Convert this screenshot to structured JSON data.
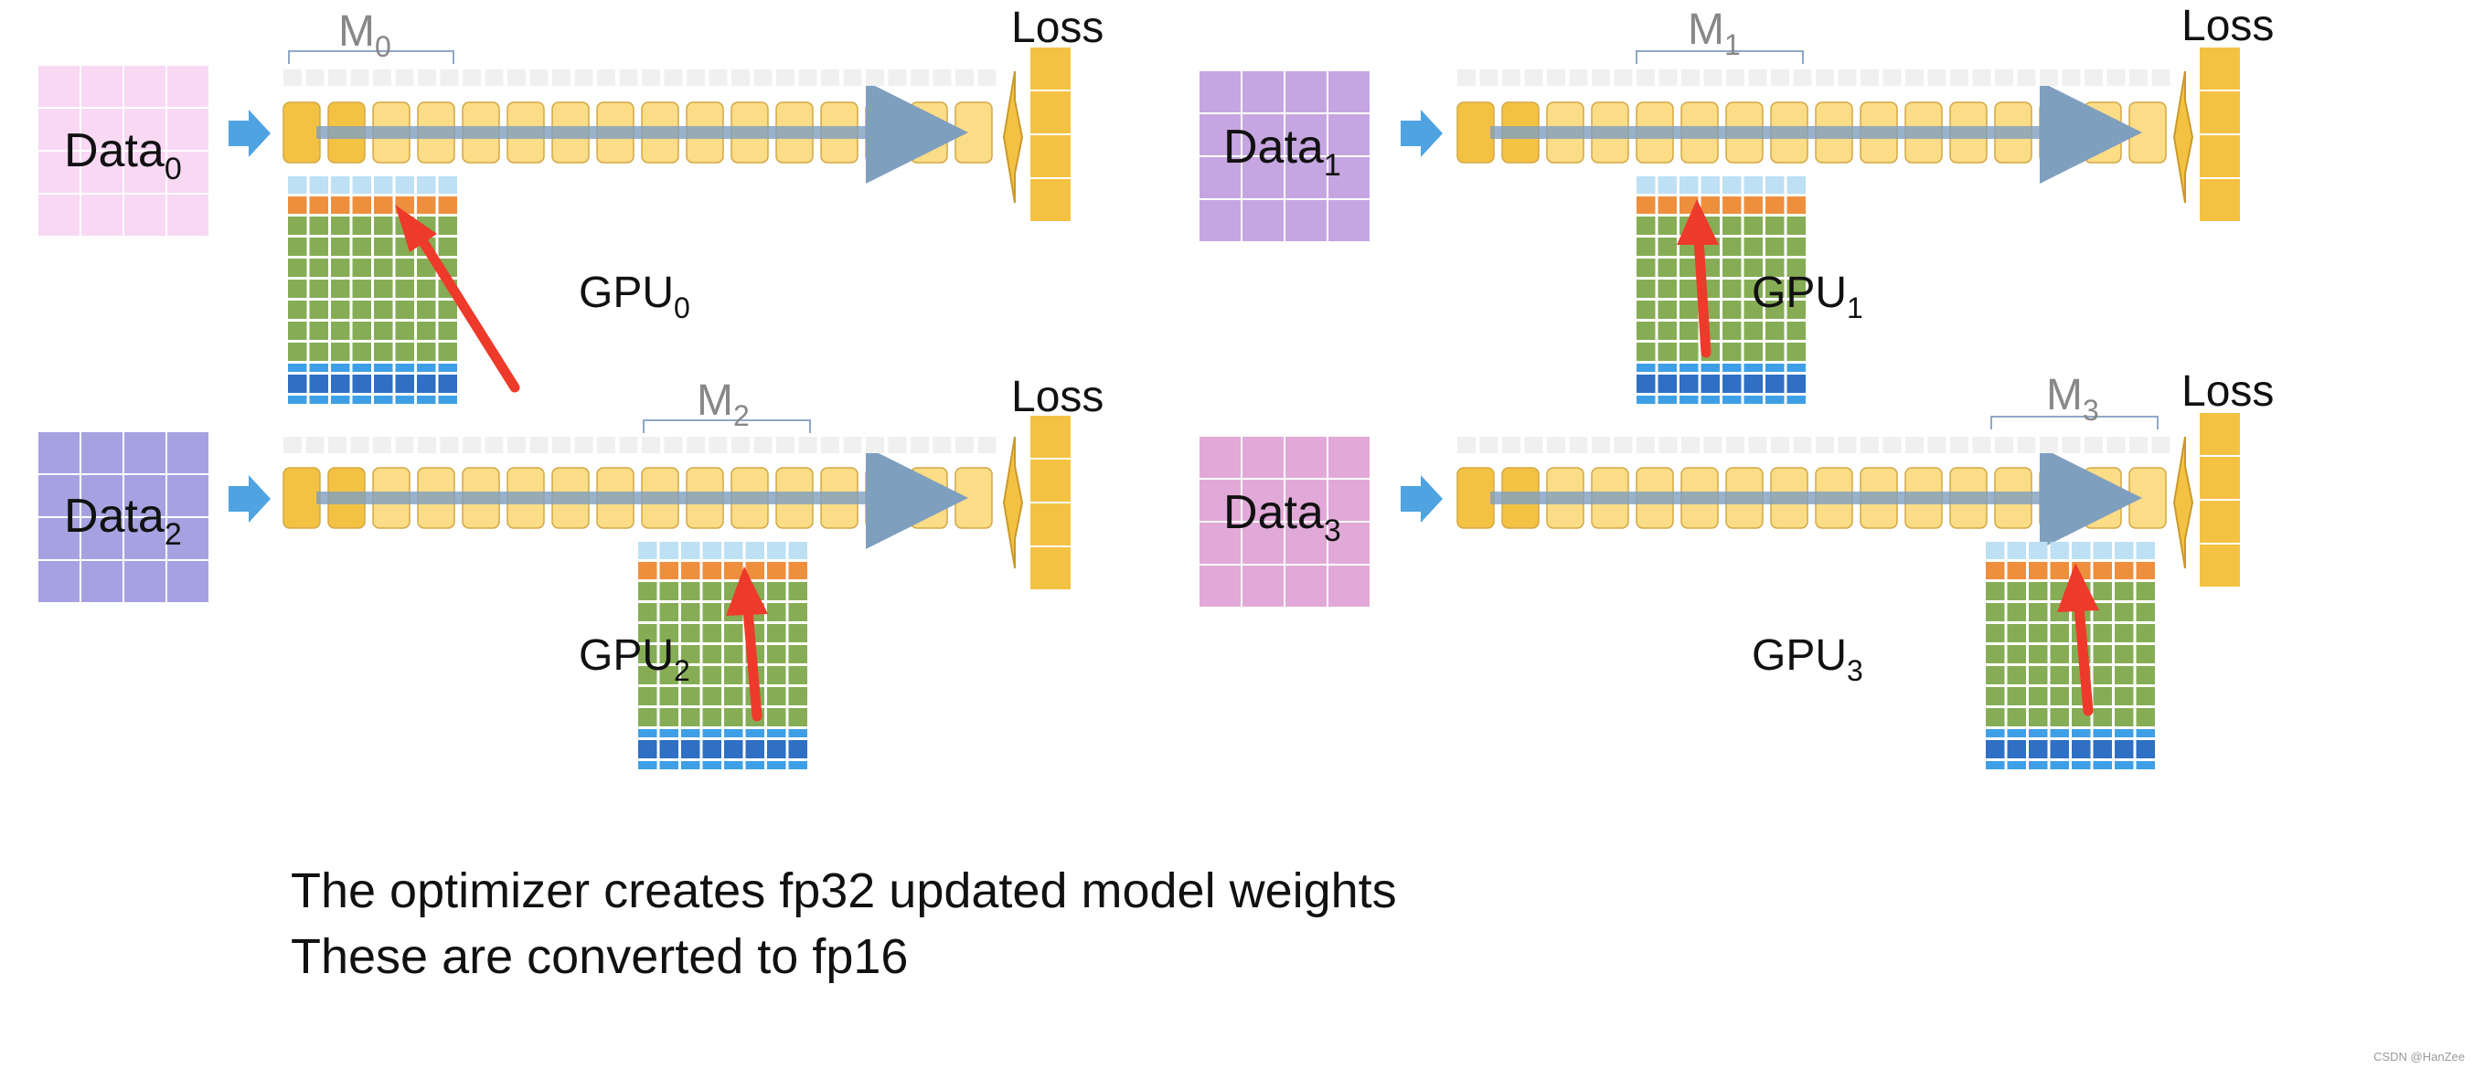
{
  "panels": [
    {
      "data_main": "Data",
      "data_sub": "0",
      "model_main": "M",
      "model_sub": "0",
      "gpu_main": "GPU",
      "gpu_sub": "0",
      "loss": "Loss",
      "data_color": "#f8d8f3"
    },
    {
      "data_main": "Data",
      "data_sub": "1",
      "model_main": "M",
      "model_sub": "1",
      "gpu_main": "GPU",
      "gpu_sub": "1",
      "loss": "Loss",
      "data_color": "#c6a6e0"
    },
    {
      "data_main": "Data",
      "data_sub": "2",
      "model_main": "M",
      "model_sub": "2",
      "gpu_main": "GPU",
      "gpu_sub": "2",
      "loss": "Loss",
      "data_color": "#a6a2e1"
    },
    {
      "data_main": "Data",
      "data_sub": "3",
      "model_main": "M",
      "model_sub": "3",
      "gpu_main": "GPU",
      "gpu_sub": "3",
      "loss": "Loss",
      "data_color": "#e1a9d8"
    }
  ],
  "caption": {
    "line1": "The optimizer creates fp32 updated model weights",
    "line2": "These are converted to fp16"
  },
  "watermark": "CSDN @HanZee",
  "colors": {
    "layer_gold": "#f4c243",
    "layer_light": "#fbdc87",
    "loss": "#f4c243",
    "arrow_blue": "#4fa3e0",
    "forward_bar": "#7f9fbf",
    "grid_light_blue": "#bde0f4",
    "grid_orange": "#ee8f3e",
    "grid_green": "#86ad55",
    "grid_dark_blue": "#2f6fc4",
    "grid_mid_blue": "#3f9fe6",
    "red_arrow": "#ee3a2a",
    "bracket": "#8fa8c6"
  }
}
